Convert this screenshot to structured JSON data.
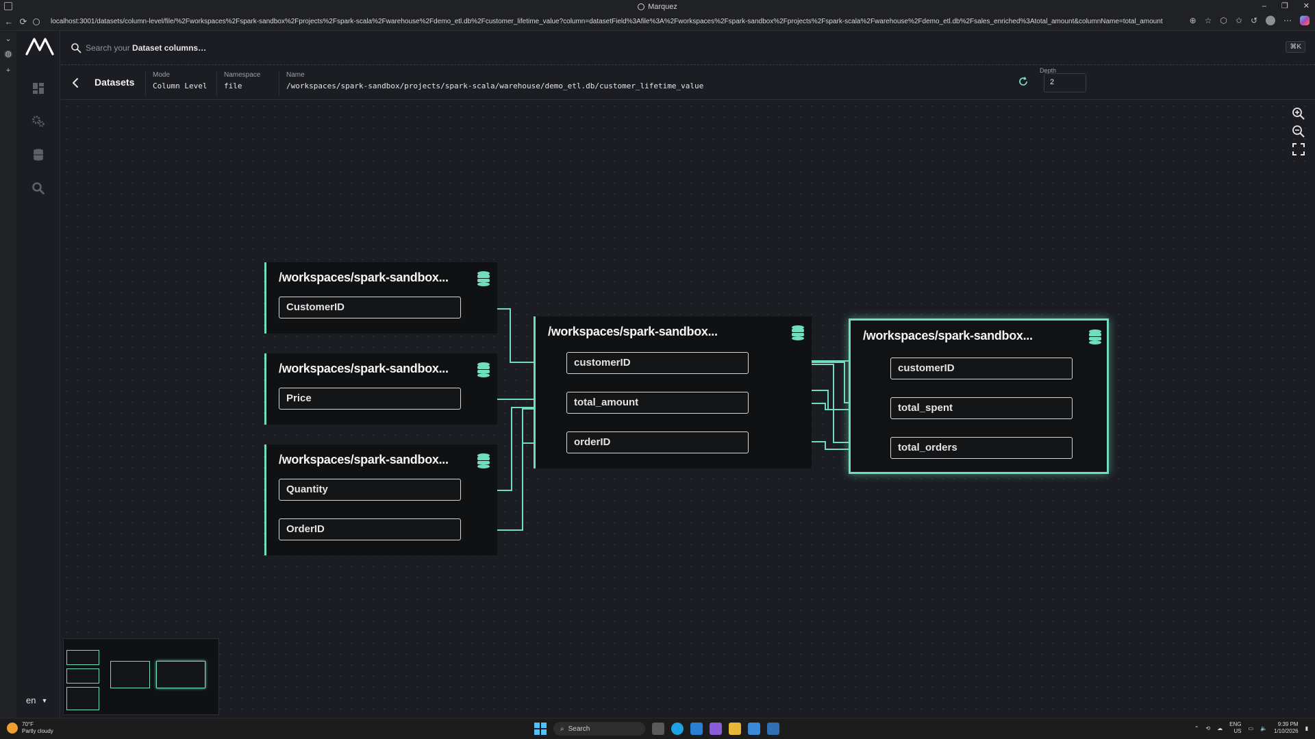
{
  "browser": {
    "window_title": "Marquez",
    "url": "localhost:3001/datasets/column-level/file/%2Fworkspaces%2Fspark-sandbox%2Fprojects%2Fspark-scala%2Fwarehouse%2Fdemo_etl.db%2Fcustomer_lifetime_value?column=datasetField%3Afile%3A%2Fworkspaces%2Fspark-sandbox%2Fprojects%2Fspark-scala%2Fwarehouse%2Fdemo_etl.db%2Fsales_enriched%3Atotal_amount&columnName=total_amount"
  },
  "search": {
    "prefix": "Search your",
    "target": "Dataset columns…",
    "shortcut": "⌘K"
  },
  "header": {
    "breadcrumb": "Datasets",
    "mode_label": "Mode",
    "mode_value": "Column Level",
    "namespace_label": "Namespace",
    "namespace_value": "file",
    "name_label": "Name",
    "name_value": "/workspaces/spark-sandbox/projects/spark-scala/warehouse/demo_etl.db/customer_lifetime_value",
    "depth_label": "Depth",
    "depth_value": "2"
  },
  "sidebar": {
    "language": "en"
  },
  "graph": {
    "nodes": [
      {
        "title": "/workspaces/spark-sandbox...",
        "fields": [
          "CustomerID"
        ]
      },
      {
        "title": "/workspaces/spark-sandbox...",
        "fields": [
          "Price"
        ]
      },
      {
        "title": "/workspaces/spark-sandbox...",
        "fields": [
          "Quantity",
          "OrderID"
        ]
      },
      {
        "title": "/workspaces/spark-sandbox...",
        "fields": [
          "customerID",
          "total_amount",
          "orderID"
        ]
      },
      {
        "title": "/workspaces/spark-sandbox...",
        "fields": [
          "customerID",
          "total_spent",
          "total_orders"
        ]
      }
    ],
    "edge_color": "#71ddbf"
  },
  "taskbar": {
    "temperature": "70°F",
    "weather": "Partly cloudy",
    "search_label": "Search",
    "lang_top": "ENG",
    "lang_bottom": "US",
    "time": "9:39 PM",
    "date": "1/10/2026"
  },
  "colors": {
    "accent": "#71ddbf",
    "background": "#1b1d22"
  }
}
